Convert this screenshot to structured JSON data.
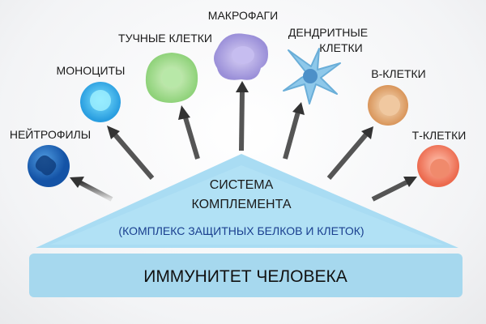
{
  "title": "ИММУНИТЕТ ЧЕЛОВЕКА",
  "complement": {
    "line1": "СИСТЕМА",
    "line2": "КОМПЛЕМЕНТА",
    "subtitle": "(КОМПЛЕКС ЗАЩИТНЫХ БЕЛКОВ И КЛЕТОК)"
  },
  "cells": {
    "neutrophils": "НЕЙТРОФИЛЫ",
    "monocytes": "МОНОЦИТЫ",
    "mast": "ТУЧНЫЕ КЛЕТКИ",
    "macrophages": "МАКРОФАГИ",
    "dendritic1": "ДЕНДРИТНЫЕ",
    "dendritic2": "КЛЕТКИ",
    "bcells": "В-КЛЕТКИ",
    "tcells": "Т-КЛЕТКИ"
  },
  "colors": {
    "triangle": "#a9dcf3",
    "bar": "#a6d8ee",
    "subtitle": "#1a3f8f"
  }
}
